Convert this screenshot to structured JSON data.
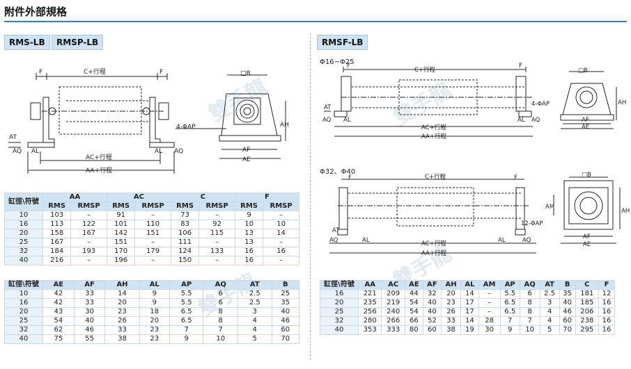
{
  "page": {
    "title": "附件外部規格"
  },
  "models": {
    "left": "RMS-LB",
    "left2": "RMSP-LB",
    "right": "RMSF-LB"
  },
  "ranges": {
    "small": "Φ16~Φ25",
    "large": "Φ32、Φ40"
  },
  "labels": {
    "c_stroke": "C+行程",
    "ac_stroke": "AC+行程",
    "aa_stroke": "AA+行程",
    "f": "F",
    "b": "□B",
    "ap": "4-ΦAP",
    "ap12": "12-ΦAP",
    "ah": "AH",
    "at": "AT",
    "aq": "AQ",
    "al": "AL",
    "af": "AF",
    "ae": "AE",
    "am": "AM"
  },
  "table1": {
    "head": [
      "缸徑\\符號",
      "AA",
      "AC",
      "C",
      "F"
    ],
    "sub": [
      "RMS",
      "RMSP",
      "RMS",
      "RMSP",
      "RMS",
      "RMSP",
      "RMS",
      "RMSP"
    ],
    "rows": [
      [
        "10",
        "103",
        "–",
        "91",
        "–",
        "73",
        "–",
        "9",
        "–"
      ],
      [
        "16",
        "113",
        "122",
        "101",
        "110",
        "83",
        "92",
        "10",
        "10"
      ],
      [
        "20",
        "158",
        "167",
        "142",
        "151",
        "106",
        "115",
        "13",
        "14"
      ],
      [
        "25",
        "167",
        "–",
        "151",
        "–",
        "111",
        "–",
        "13",
        "–"
      ],
      [
        "32",
        "184",
        "193",
        "170",
        "179",
        "124",
        "133",
        "16",
        "16"
      ],
      [
        "40",
        "216",
        "–",
        "196",
        "–",
        "150",
        "–",
        "16",
        "–"
      ]
    ]
  },
  "table2": {
    "head": [
      "缸徑\\符號",
      "AE",
      "AF",
      "AH",
      "AL",
      "AP",
      "AQ",
      "AT",
      "B"
    ],
    "rows": [
      [
        "10",
        "42",
        "33",
        "14",
        "9",
        "5.5",
        "6",
        "2.5",
        "25"
      ],
      [
        "16",
        "42",
        "33",
        "20",
        "9",
        "5.5",
        "6",
        "2.5",
        "35"
      ],
      [
        "20",
        "43",
        "30",
        "23",
        "18",
        "6.5",
        "8",
        "3",
        "40"
      ],
      [
        "25",
        "54",
        "40",
        "26",
        "20",
        "6.5",
        "8",
        "4",
        "46"
      ],
      [
        "32",
        "62",
        "46",
        "33",
        "23",
        "7",
        "7",
        "4",
        "60"
      ],
      [
        "40",
        "75",
        "55",
        "38",
        "23",
        "9",
        "10",
        "5",
        "70"
      ]
    ]
  },
  "table3": {
    "head": [
      "缸徑\\符號",
      "AA",
      "AC",
      "AE",
      "AF",
      "AH",
      "AL",
      "AM",
      "AP",
      "AQ",
      "AT",
      "B",
      "C",
      "F"
    ],
    "rows": [
      [
        "16",
        "221",
        "209",
        "44",
        "32",
        "20",
        "14",
        "–",
        "5.5",
        "6",
        "2.5",
        "35",
        "181",
        "12"
      ],
      [
        "20",
        "235",
        "219",
        "54",
        "40",
        "23",
        "17",
        "–",
        "6.5",
        "8",
        "3",
        "40",
        "185",
        "16"
      ],
      [
        "25",
        "256",
        "240",
        "54",
        "40",
        "26",
        "17",
        "–",
        "6.5",
        "8",
        "4",
        "46",
        "206",
        "16"
      ],
      [
        "32",
        "280",
        "266",
        "66",
        "52",
        "33",
        "14",
        "28",
        "7",
        "7",
        "4",
        "60",
        "238",
        "16"
      ],
      [
        "40",
        "353",
        "333",
        "80",
        "60",
        "38",
        "19",
        "30",
        "9",
        "10",
        "5",
        "70",
        "295",
        "16"
      ]
    ]
  }
}
